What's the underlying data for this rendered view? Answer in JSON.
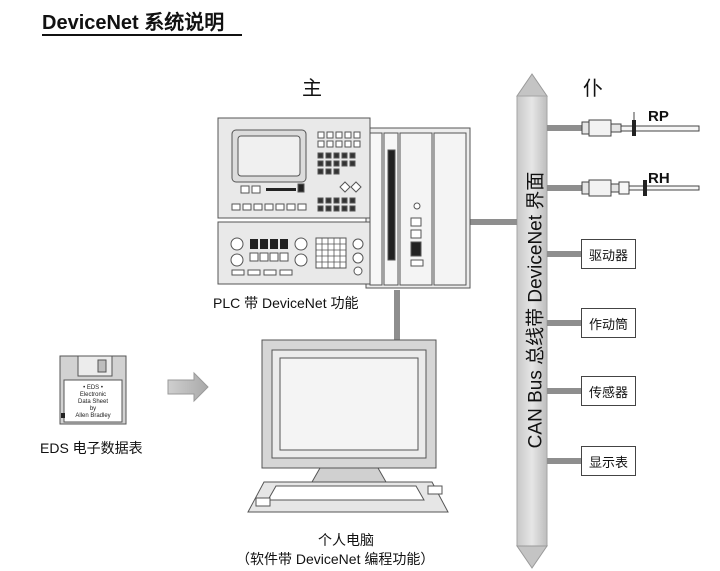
{
  "title": "DeviceNet 系统说明",
  "master_label": "主",
  "slave_label": "仆",
  "plc_caption": "PLC 带 DeviceNet 功能",
  "eds_caption": "EDS 电子数据表",
  "pc_caption_1": "个人电脑",
  "pc_caption_2": "（软件带 DeviceNet 编程功能）",
  "bus_label": "CAN Bus 总线带 DeviceNet 界面",
  "floppy_lines": [
    "• EDS •",
    "Electronic",
    "Data Sheet",
    "by",
    "Allen Bradley"
  ],
  "sensors": [
    {
      "label": "RP"
    },
    {
      "label": "RH"
    }
  ],
  "devices": [
    {
      "label": "驱动器"
    },
    {
      "label": "作动筒"
    },
    {
      "label": "传感器"
    },
    {
      "label": "显示表"
    }
  ]
}
